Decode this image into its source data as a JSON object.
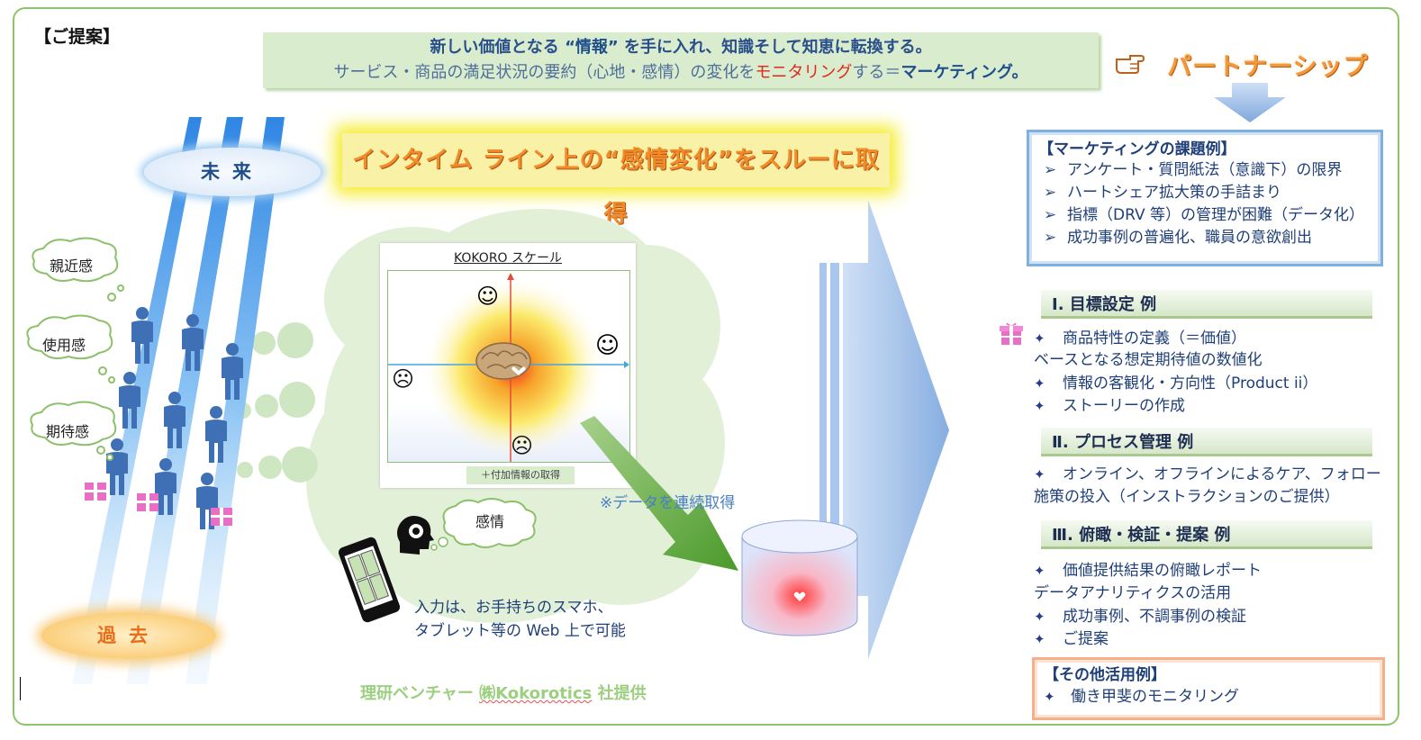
{
  "corner_label": "【ご提案】",
  "banner": {
    "line1_pre": "新しい価値となる ",
    "line1_em": "“情報”",
    "line1_post": " を手に入れ、知識そして知恵に転換する。",
    "line2_pre": "サービス・商品の満足状況の要約（心地・感情）の変化を",
    "line2_red": "モニタリング",
    "line2_mid": "する＝",
    "line2_em": "マーケティング",
    "line2_end": "。"
  },
  "partnership": "パートナーシップ",
  "marketing": {
    "title": "【マーケティングの課題例】",
    "items": [
      "アンケート・質問紙法（意識下）の限界",
      "ハートシェア拡大策の手詰まり",
      "指標（DRV 等）の管理が困難（データ化）",
      "成功事例の普遍化、職員の意欲創出"
    ]
  },
  "sections": [
    {
      "title": "Ⅰ. 目標設定  例",
      "items": [
        {
          "l1": "商品特性の定義（＝価値）",
          "l2": "ベースとなる想定期待値の数値化"
        },
        {
          "l1": "情報の客観化・方向性（Product ii）",
          "l2": ""
        },
        {
          "l1": "ストーリーの作成",
          "l2": ""
        }
      ]
    },
    {
      "title": "Ⅱ. プロセス管理  例",
      "items": [
        {
          "l1": "オンライン、オフラインによるケア、フォロー",
          "l2": "施策の投入（インストラクションのご提供）"
        }
      ]
    },
    {
      "title": "Ⅲ. 俯瞰・検証・提案  例",
      "items": [
        {
          "l1": "価値提供結果の俯瞰レポート",
          "l2": "データアナリティクスの活用"
        },
        {
          "l1": "成功事例、不調事例の検証",
          "l2": ""
        },
        {
          "l1": "ご提案",
          "l2": ""
        }
      ]
    }
  ],
  "other": {
    "title": "【その他活用例】",
    "item": "働き甲斐のモニタリング"
  },
  "headline": "インタイム  ライン上の“感情変化”をスルーに取得",
  "chart": {
    "title": "KOKORO スケール",
    "footer": "＋付加情報の取得"
  },
  "note_data": "※データを連続取得",
  "emotion_bubble": "感情",
  "input_note": {
    "line1": "入力は、お手持ちのスマホ、",
    "line2": "タブレット等の Web 上で可能"
  },
  "credit": {
    "pre": "理研ベンチャー  ",
    "u": "㈱Kokorotics",
    "post": " 社提供"
  },
  "time_axis": {
    "future": "未来",
    "past": "過去"
  },
  "thoughts": [
    "親近感",
    "使用感",
    "期待感"
  ],
  "colors": {
    "frame": "#8dc46a",
    "accent_blue": "#1f4e8c",
    "accent_orange": "#f28c28",
    "accent_red": "#e0281d"
  }
}
